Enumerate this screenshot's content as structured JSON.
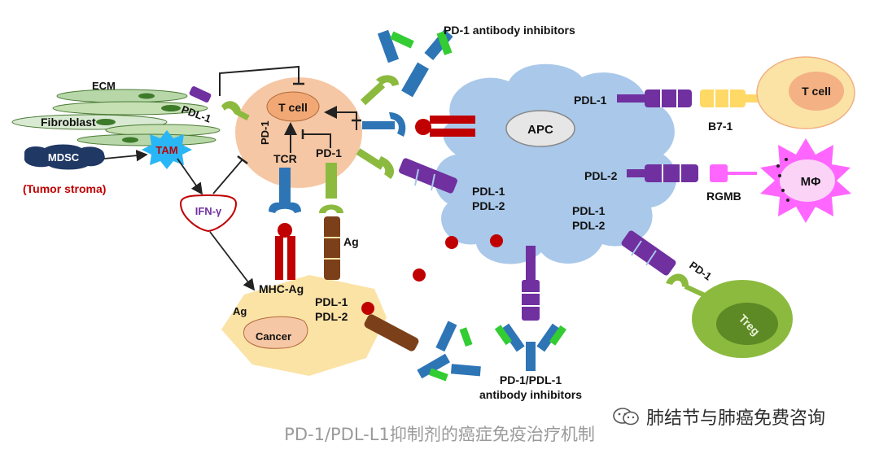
{
  "labels": {
    "ecm": "ECM",
    "fibroblast": "Fibroblast",
    "mdsc": "MDSC",
    "tam": "TAM",
    "tumor_stroma": "(Tumor stroma)",
    "pdl1_stroma": "PDL-1",
    "ifn": "IFN-γ",
    "tcell_center": "T cell",
    "pd1_vertical": "PD-1",
    "tcr": "TCR",
    "pd1_tcell": "PD-1",
    "pd1_antibody_top": "PD-1 antibody inhibitors",
    "apc": "APC",
    "pdl1_apc_right": "PDL-1",
    "tcell_right": "T cell",
    "b71": "B7-1",
    "pdl2_apc_right": "PDL-2",
    "macrophage": "MΦ",
    "rgmb": "RGMB",
    "pdl1_apc_left": "PDL-1",
    "pdl2_apc_left": "PDL-2",
    "pdl1_apc_lower": "PDL-1",
    "pdl2_apc_lower": "PDL-2",
    "pd1_treg": "PD-1",
    "treg": "Treg",
    "ag_cancer_top": "Ag",
    "mhc_ag": "MHC-Ag",
    "ag_cancer": "Ag",
    "cancer": "Cancer",
    "pdl1_cancer": "PDL-1",
    "pdl2_cancer": "PDL-2",
    "pd1_pdl1_antibody_line1": "PD-1/PDL-1",
    "pd1_pdl1_antibody_line2": "antibody inhibitors"
  },
  "caption": "PD-1/PDL-L1抑制剂的癌症免疫治疗机制",
  "watermark": "肺结节与肺癌免费咨询",
  "colors": {
    "apc_blue": "#a9c8ea",
    "tcell_peach": "#f6c7a4",
    "cancer_yellow": "#fbe3a6",
    "purple": "#7030a0",
    "brown": "#7b3f1a",
    "red": "#c00000",
    "green": "#8cba3f",
    "blue_receptor": "#2e75b6",
    "yellow_b7": "#ffd966",
    "magenta": "#ff66ff",
    "treg_green": "#8cba3f"
  }
}
